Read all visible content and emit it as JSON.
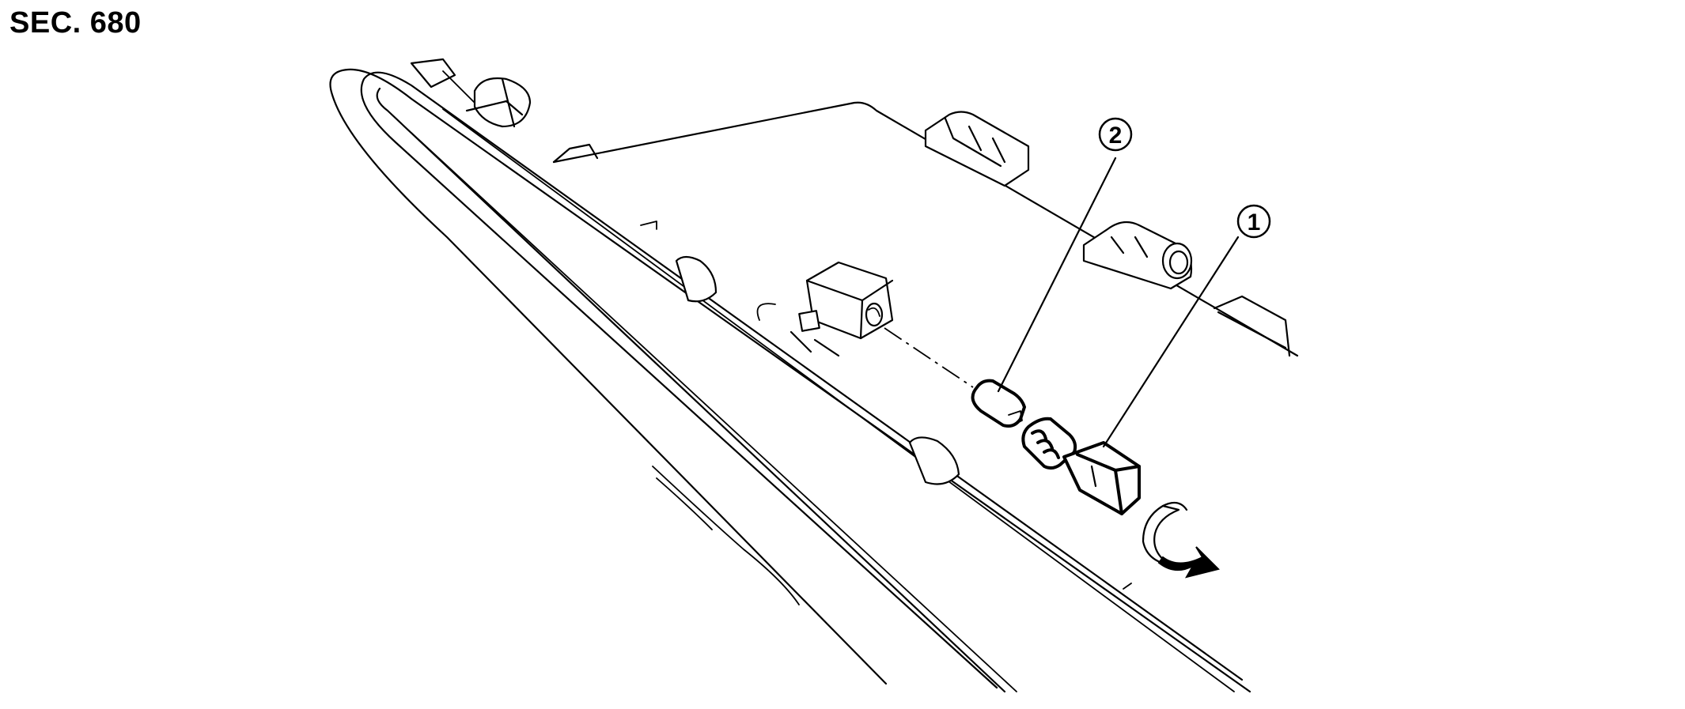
{
  "section_label": "SEC. 680",
  "callouts": [
    {
      "number": "1",
      "part": "bulb-socket"
    },
    {
      "number": "2",
      "part": "bulb"
    }
  ],
  "colors": {
    "background": "#ffffff",
    "line": "#000000"
  },
  "icons": {
    "rotation_arrow": "curved-arrow-icon"
  }
}
